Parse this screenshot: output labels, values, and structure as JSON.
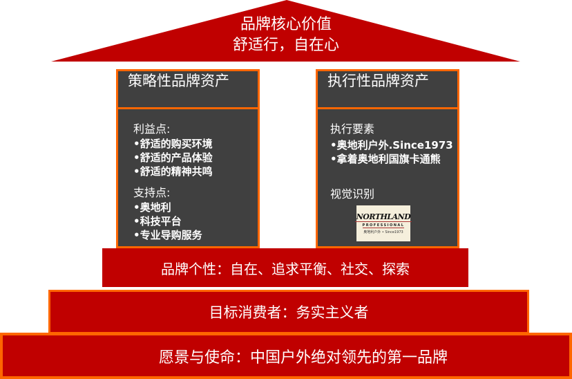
{
  "roof": {
    "title": "品牌核心价值",
    "subtitle": "舒适行，自在心"
  },
  "pillars": [
    {
      "title": "策略性品牌资产",
      "sections": [
        {
          "heading": "利益点:",
          "items": [
            "•舒适的购买环境",
            "•舒适的产品体验",
            "•舒适的精神共鸣"
          ]
        },
        {
          "heading": "支持点:",
          "items": [
            "•奥地利",
            "•科技平台",
            "•专业导购服务"
          ]
        }
      ]
    },
    {
      "title": "执行性品牌资产",
      "sections": [
        {
          "heading": "执行要素",
          "items": [
            "•奥地利户外.Since1973",
            "•拿着奥地利国旗卡通熊"
          ]
        },
        {
          "heading": "视觉识别",
          "items": []
        }
      ],
      "logo": {
        "brand": "NORTHLAND",
        "sub": "PROFESSIONAL",
        "since": "奥地利户外 • Since1973"
      }
    }
  ],
  "bars": {
    "personality": "品牌个性：自在、追求平衡、社交、探索",
    "target": "目标消费者：务实主义者",
    "vision": "愿景与使命：中国户外绝对领先的第一品牌"
  },
  "colors": {
    "red": "#c00000",
    "orange": "#ff6600",
    "dark": "#404040"
  }
}
